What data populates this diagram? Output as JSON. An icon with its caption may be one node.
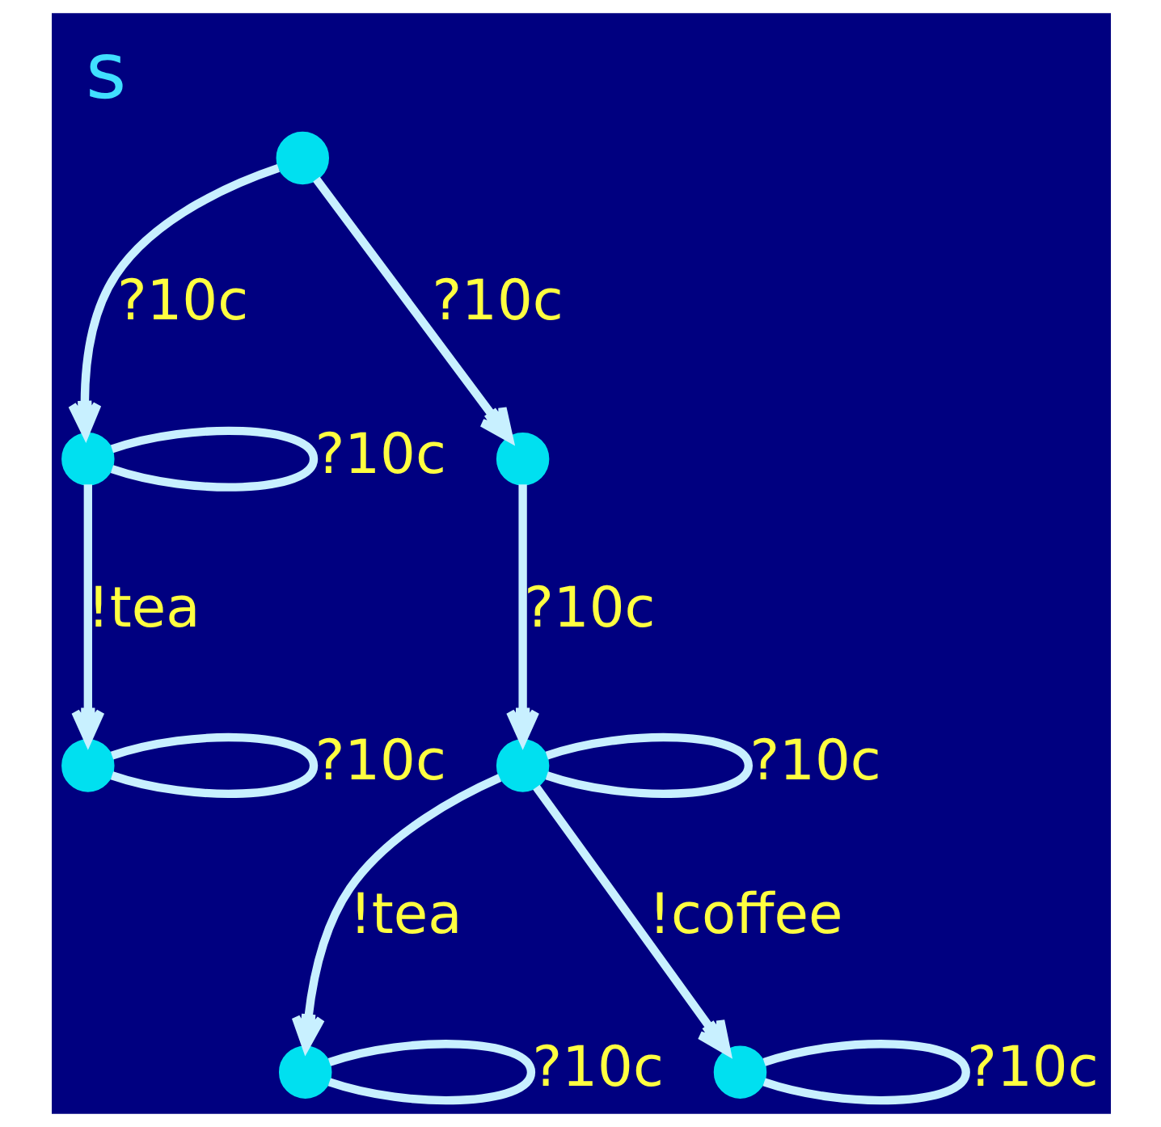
{
  "diagram": {
    "title": "s",
    "nodes": [
      {
        "text": [],
        "shape": "circle"
      },
      {
        "text": [],
        "shape": "circle"
      },
      {
        "text": [],
        "shape": "circle"
      },
      {
        "text": [],
        "shape": "circle"
      },
      {
        "text": [],
        "shape": "circle"
      },
      {
        "text": [],
        "shape": "circle"
      },
      {
        "text": [],
        "shape": "circle"
      }
    ],
    "edges": [
      {
        "from": 0,
        "to": 1,
        "arrow": "to",
        "label": "?10c"
      },
      {
        "from": 0,
        "to": 2,
        "arrow": "to",
        "label": "?10c"
      },
      {
        "from": 1,
        "to": 1,
        "arrow": "none",
        "label": "?10c"
      },
      {
        "from": 1,
        "to": 3,
        "arrow": "to",
        "label": "!tea"
      },
      {
        "from": 2,
        "to": 4,
        "arrow": "to",
        "label": "?10c"
      },
      {
        "from": 3,
        "to": 3,
        "arrow": "none",
        "label": "?10c"
      },
      {
        "from": 4,
        "to": 4,
        "arrow": "none",
        "label": "?10c"
      },
      {
        "from": 4,
        "to": 5,
        "arrow": "to",
        "label": "!tea"
      },
      {
        "from": 4,
        "to": 6,
        "arrow": "to",
        "label": "!coffee"
      },
      {
        "from": 5,
        "to": 5,
        "arrow": "none",
        "label": "?10c"
      },
      {
        "from": 6,
        "to": 6,
        "arrow": "none",
        "label": "?10c"
      }
    ]
  }
}
